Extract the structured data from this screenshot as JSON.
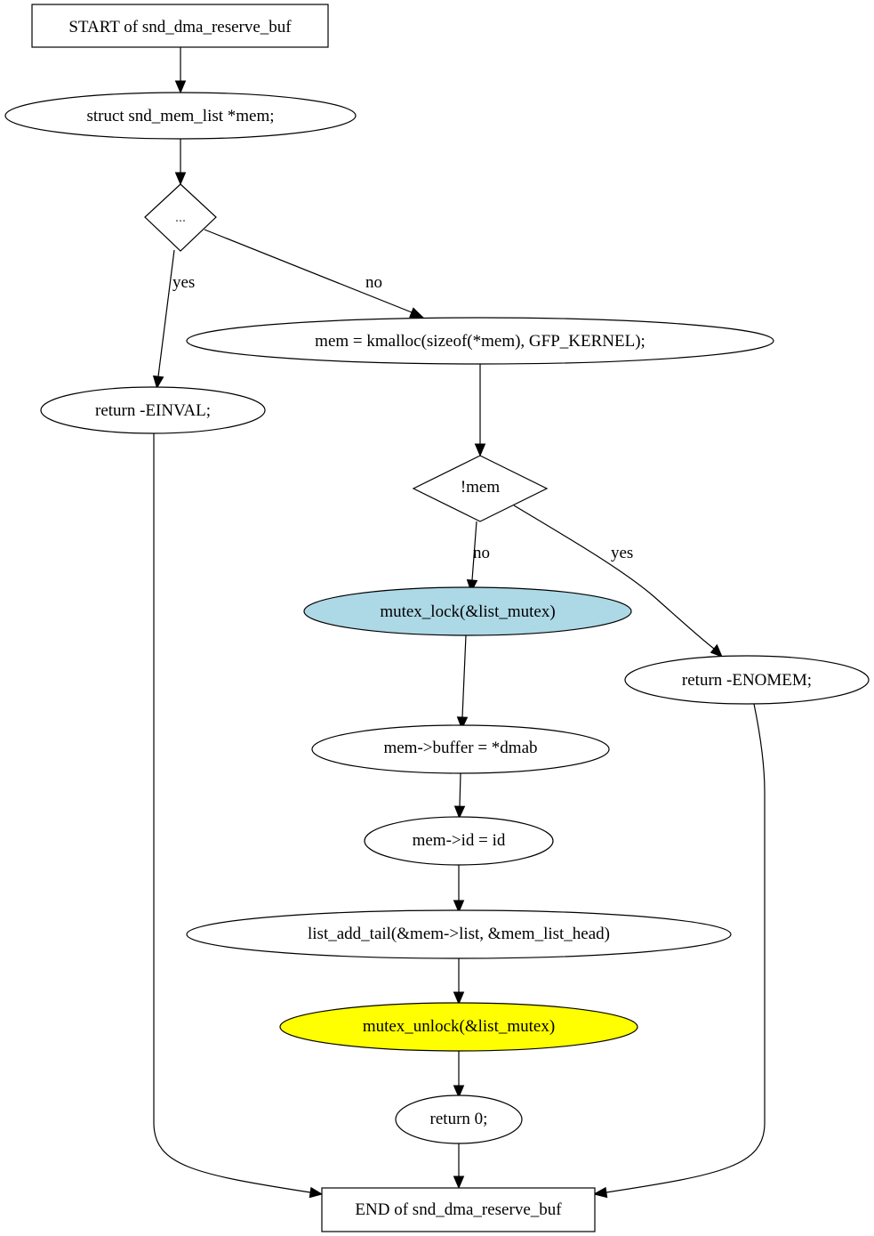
{
  "nodes": {
    "start": {
      "label": "START of snd_dma_reserve_buf",
      "shape": "box"
    },
    "decl_mem": {
      "label": "struct snd_mem_list *mem;",
      "shape": "ellipse"
    },
    "cond_check": {
      "label": "...",
      "shape": "diamond"
    },
    "return_einval": {
      "label": "return -EINVAL;",
      "shape": "ellipse"
    },
    "kmalloc": {
      "label": "mem = kmalloc(sizeof(*mem), GFP_KERNEL);",
      "shape": "ellipse"
    },
    "cond_not_mem": {
      "label": "!mem",
      "shape": "diamond"
    },
    "mutex_lock": {
      "label": "mutex_lock(&list_mutex)",
      "shape": "ellipse",
      "fill": "#add8e6"
    },
    "return_enomem": {
      "label": "return -ENOMEM;",
      "shape": "ellipse"
    },
    "assign_buffer": {
      "label": "mem->buffer = *dmab",
      "shape": "ellipse"
    },
    "assign_id": {
      "label": "mem->id = id",
      "shape": "ellipse"
    },
    "list_add": {
      "label": "list_add_tail(&mem->list, &mem_list_head)",
      "shape": "ellipse"
    },
    "mutex_unlock": {
      "label": "mutex_unlock(&list_mutex)",
      "shape": "ellipse",
      "fill": "#ffff00"
    },
    "return_zero": {
      "label": "return 0;",
      "shape": "ellipse"
    },
    "end": {
      "label": "END of snd_dma_reserve_buf",
      "shape": "box"
    }
  },
  "edges": {
    "cond_yes": {
      "from": "cond_check",
      "to": "return_einval",
      "label": "yes"
    },
    "cond_no": {
      "from": "cond_check",
      "to": "kmalloc",
      "label": "no"
    },
    "notmem_no": {
      "from": "cond_not_mem",
      "to": "mutex_lock",
      "label": "no"
    },
    "notmem_yes": {
      "from": "cond_not_mem",
      "to": "return_enomem",
      "label": "yes"
    }
  }
}
